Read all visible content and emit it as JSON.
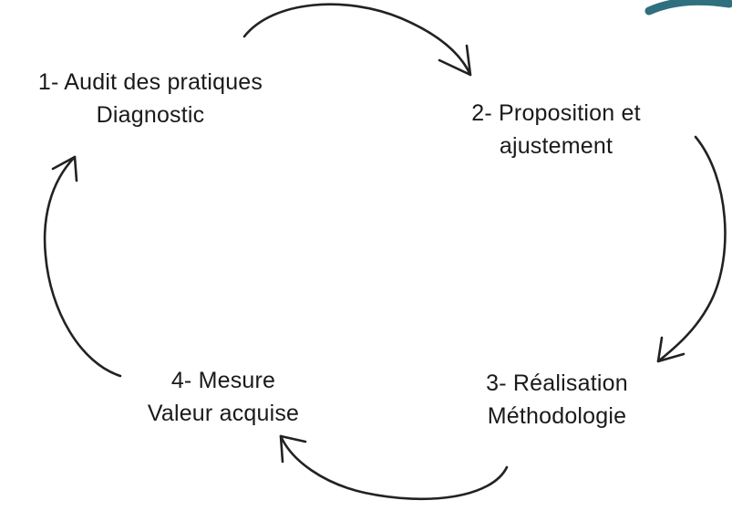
{
  "diagram": {
    "steps": [
      {
        "line1": "1- Audit des pratiques",
        "line2": "Diagnostic"
      },
      {
        "line1": "2- Proposition et",
        "line2": "ajustement"
      },
      {
        "line1": "3- Réalisation",
        "line2": "Méthodologie"
      },
      {
        "line1": "4- Mesure",
        "line2": "Valeur acquise"
      }
    ],
    "arrow_color": "#222222",
    "accent_color": "#2f6f7e",
    "direction": "clockwise"
  }
}
